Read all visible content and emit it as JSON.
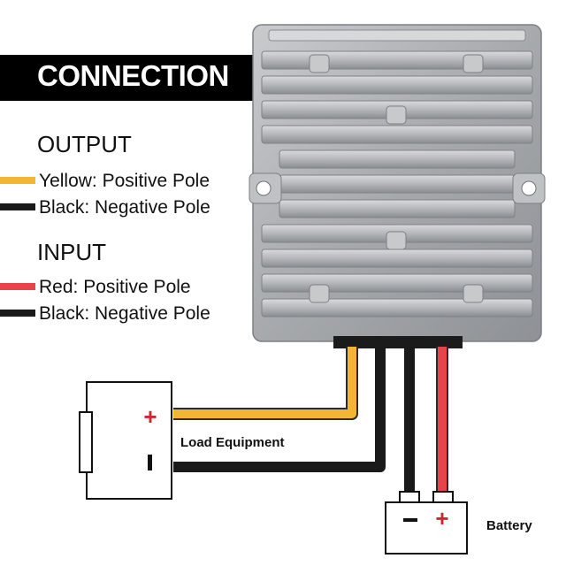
{
  "banner": {
    "title": "CONNECTION"
  },
  "output": {
    "heading": "OUTPUT",
    "items": [
      {
        "label": "Yellow: Positive Pole",
        "color": "#F2B632"
      },
      {
        "label": "Black: Negative Pole",
        "color": "#1a1a1a"
      }
    ]
  },
  "input": {
    "heading": "INPUT",
    "items": [
      {
        "label": "Red: Positive Pole",
        "color": "#E8434A"
      },
      {
        "label": "Black: Negative Pole",
        "color": "#1a1a1a"
      }
    ]
  },
  "diagram": {
    "load_label": "Load Equipment",
    "battery_label": "Battery",
    "plus_symbol": "+",
    "minus_symbol": "−",
    "plus_color": "#D0262D",
    "device_color": "#A9ACAF"
  }
}
